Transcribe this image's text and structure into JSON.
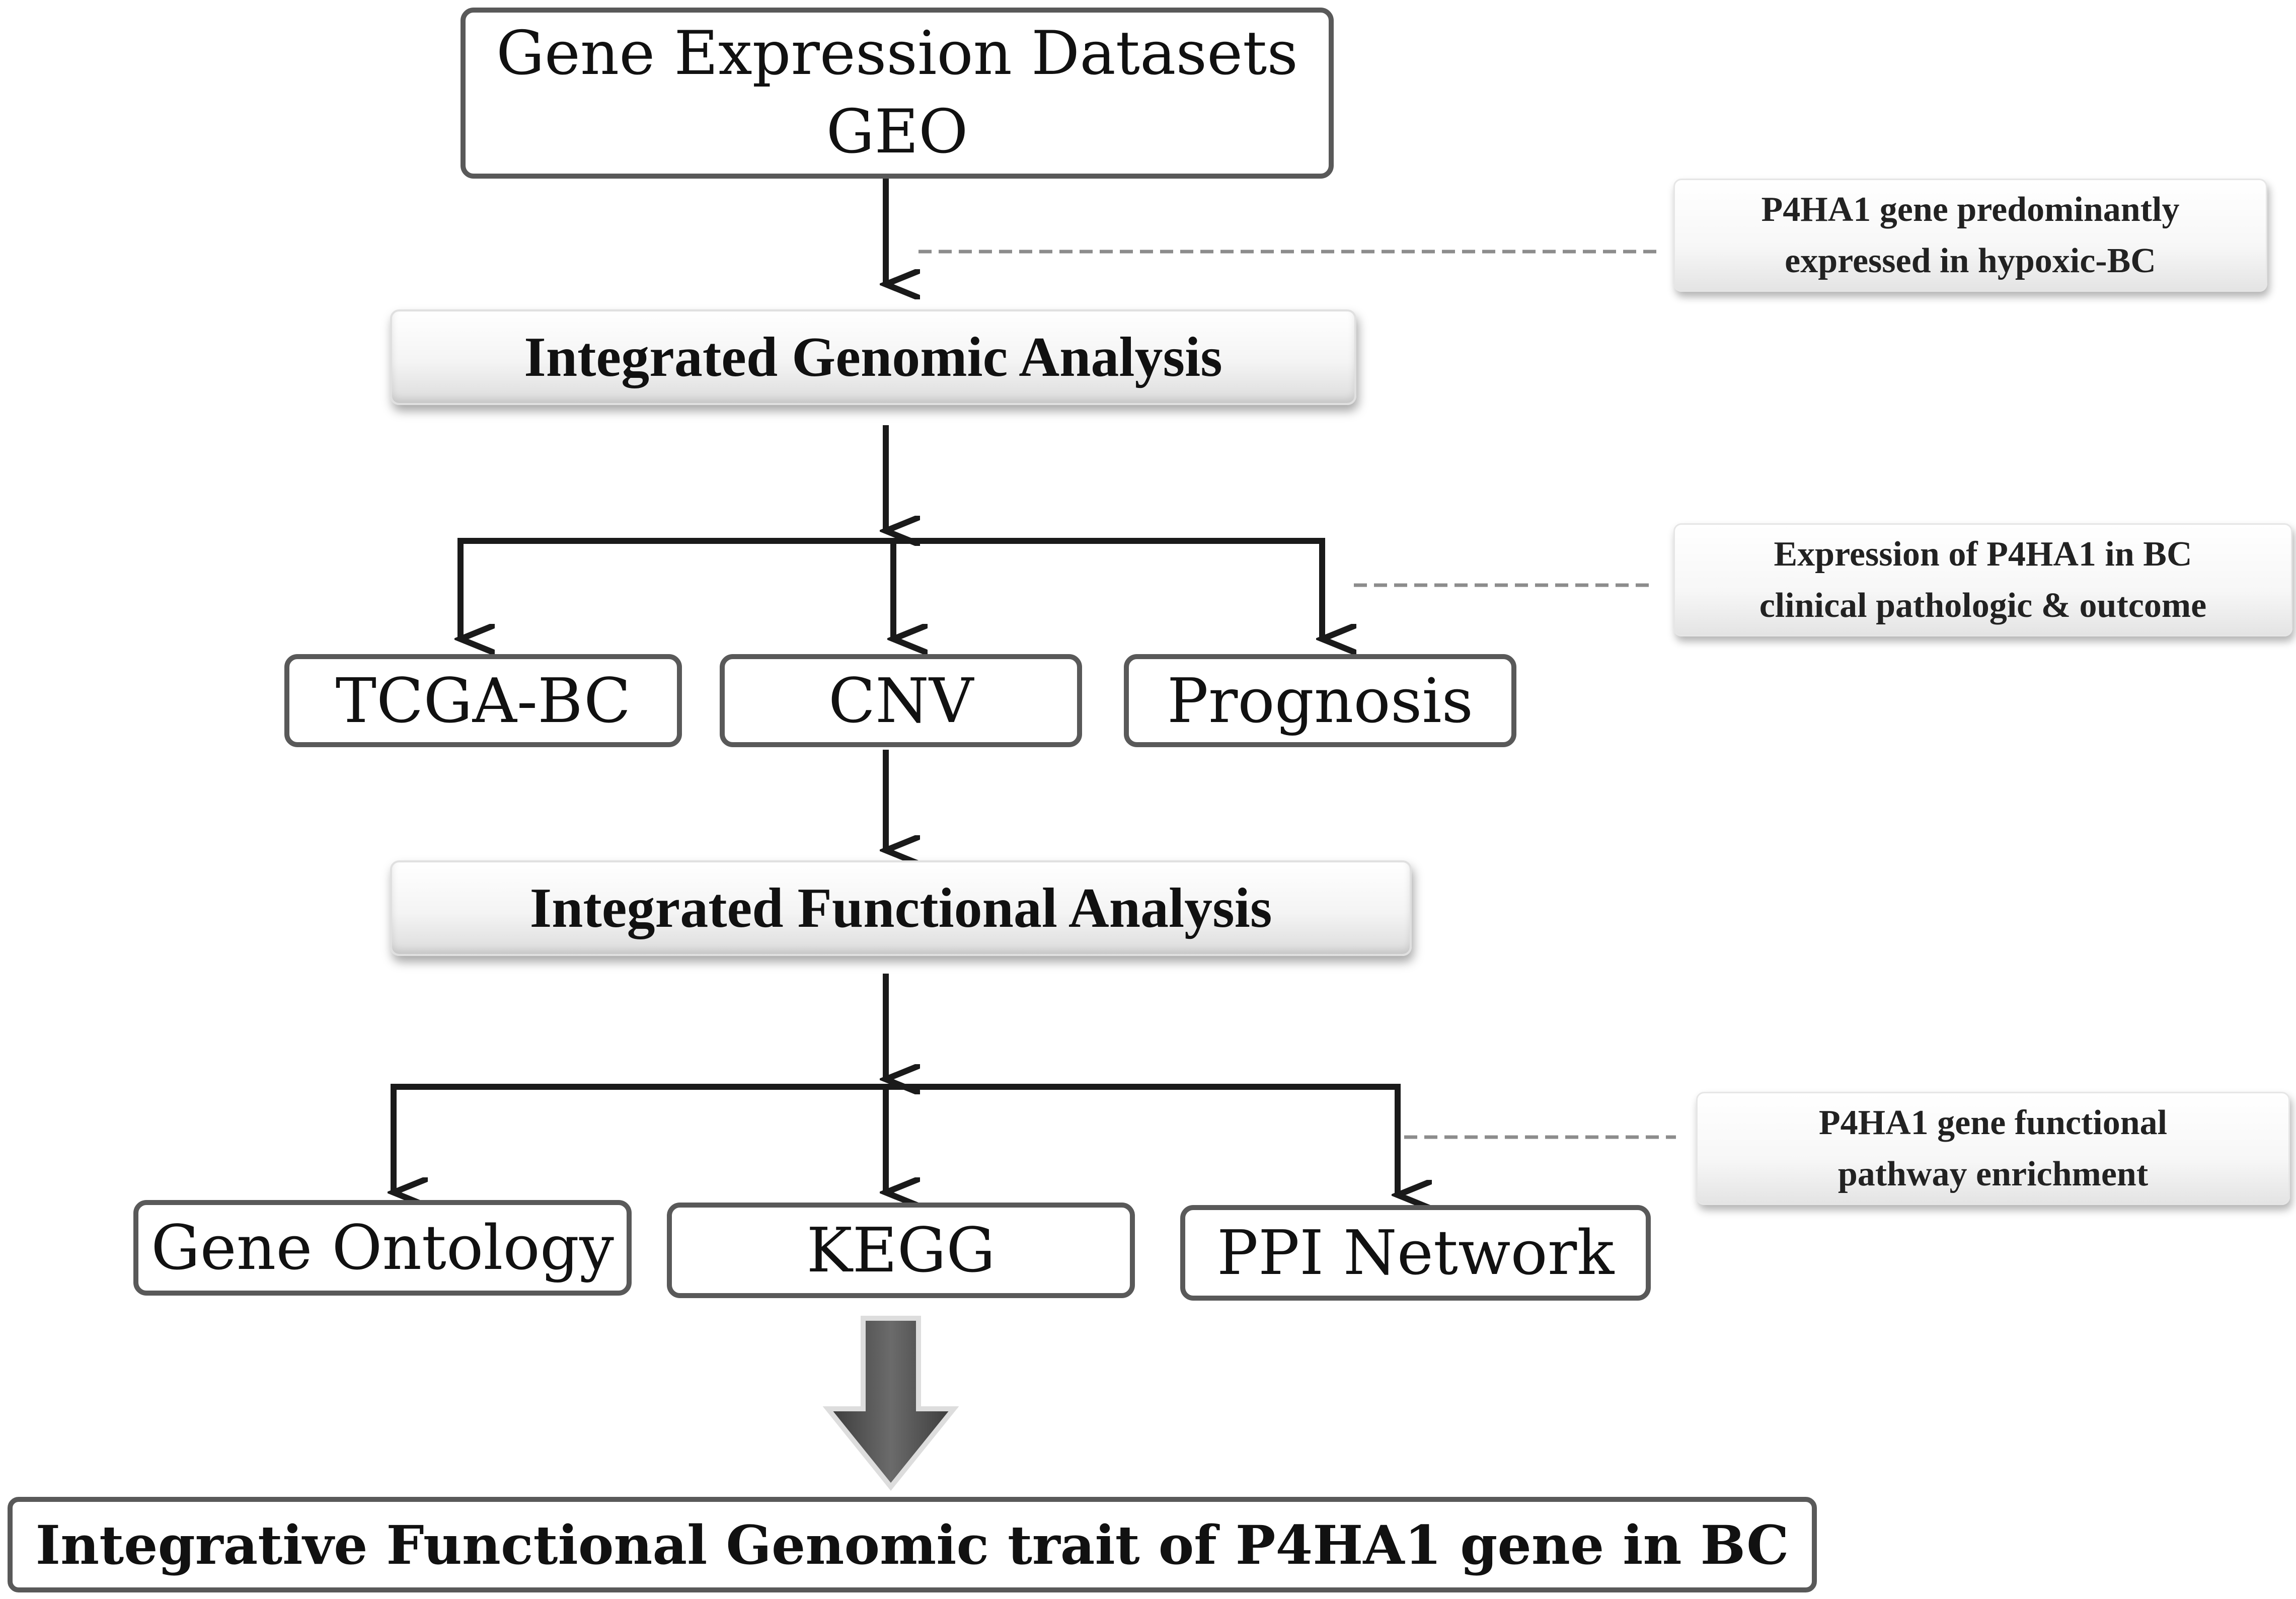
{
  "nodes": {
    "geo": [
      "Gene Expression Datasets",
      "GEO"
    ],
    "genomic": "Integrated Genomic Analysis",
    "tcga": "TCGA-BC",
    "cnv": "CNV",
    "prognosis": "Prognosis",
    "functional": "Integrated Functional Analysis",
    "go": "Gene Ontology",
    "kegg": "KEGG",
    "ppi": "PPI Network",
    "final": "Integrative Functional Genomic trait of P4HA1 gene in BC"
  },
  "notes": {
    "hypoxic": [
      "P4HA1 gene predominantly",
      "expressed in hypoxic-BC"
    ],
    "clinical": [
      "Expression of P4HA1 in BC",
      "clinical pathologic & outcome"
    ],
    "pathway": [
      "P4HA1 gene functional",
      "pathway enrichment"
    ]
  },
  "colors": {
    "box_border": "#595959",
    "connector": "#1a1a1a",
    "dashed": "#8c8c8c",
    "big_arrow": "#555555"
  }
}
